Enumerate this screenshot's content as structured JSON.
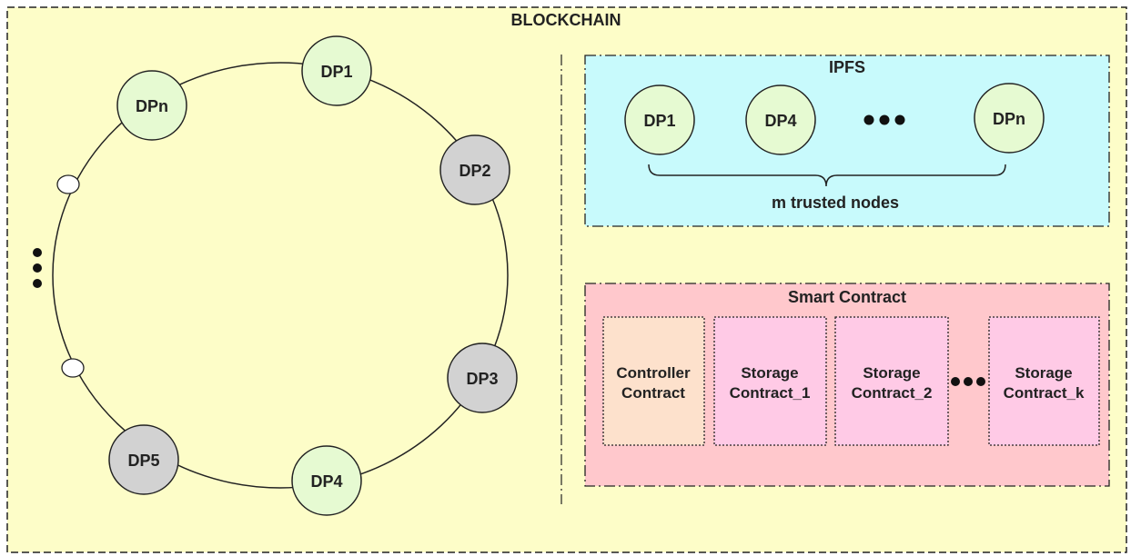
{
  "blockchain": {
    "title": "BLOCKCHAIN"
  },
  "ring_nodes": [
    {
      "label": "DP1",
      "status": "trusted"
    },
    {
      "label": "DP2",
      "status": "untrusted"
    },
    {
      "label": "DP3",
      "status": "untrusted"
    },
    {
      "label": "DP4",
      "status": "trusted"
    },
    {
      "label": "DP5",
      "status": "untrusted"
    },
    {
      "label": "DPn",
      "status": "trusted"
    }
  ],
  "ipfs": {
    "title": "IPFS",
    "nodes": [
      "DP1",
      "DP4",
      "DPn"
    ],
    "brace_label": "m trusted nodes"
  },
  "smart_contract": {
    "title": "Smart Contract",
    "controller": [
      "Controller",
      "Contract"
    ],
    "storage1": [
      "Storage",
      "Contract_1"
    ],
    "storage2": [
      "Storage",
      "Contract_2"
    ],
    "storagek": [
      "Storage",
      "Contract_k"
    ]
  },
  "colors": {
    "blockchain_bg": "#fdfdc8",
    "trusted_node": "#e6fad2",
    "untrusted_node": "#d2d2d2",
    "ipfs_bg": "#c8fafc",
    "smart_contract_bg": "#ffc8cc",
    "controller_bg": "#fde1cc",
    "storage_bg": "#ffcae6"
  }
}
